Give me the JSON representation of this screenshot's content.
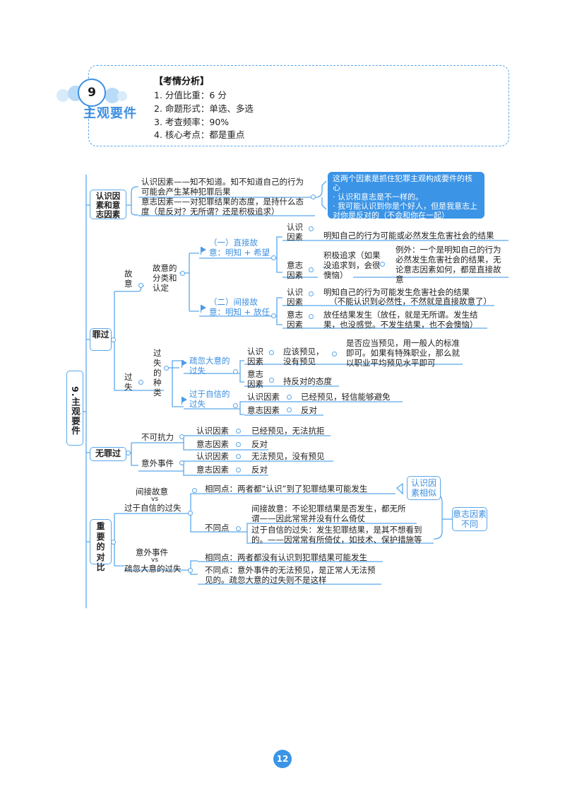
{
  "header": {
    "badge_number": "9",
    "badge_title": "主观要件",
    "analysis_title": "【考情分析】",
    "analysis_items": [
      "1. 分值比重：6 分",
      "2. 命题形式：单选、多选",
      "3. 考查频率：90%",
      "4. 核心考点：都是重点"
    ]
  },
  "root": "9.主观要件",
  "sec1": {
    "label": "认识因素和意志因素",
    "cognition": "认识因素——知不知道。知不知道自己的行为可能会产生某种犯罪后果",
    "volition": "意志因素——对犯罪结果的态度，是持什么态度（是反对？无所谓？还是积极追求）",
    "note_line1": "这两个因素是抓住犯罪主观构成要件的核心",
    "note_line2": "· 认识和意志是不一样的。",
    "note_line3": "· 我可能认识到你是个好人，但是我意志上对你是反对的（不会和你在一起）"
  },
  "sec2": {
    "label": "罪过",
    "intent": "故意",
    "intent_kinds": "故意的分类和认定",
    "direct": "（一）直接故意：明知 + 希望",
    "direct_cog_label": "认识因素",
    "direct_cog": "明知自己的行为可能或必然发生危害社会的结果",
    "direct_vol_label": "意志因素",
    "direct_vol": "积极追求（如果没追求到，会很懊恼）",
    "direct_exception": "例外：一个是明知自己的行为必然发生危害社会的结果，无论意志因素如何，都是直接故意",
    "indirect": "（二）间接故意：明知 + 放任",
    "indirect_cog_label": "认识因素",
    "indirect_cog_1": "明知自己的行为可能发生危害社会的结果",
    "indirect_cog_2": "（不能认识到必然性，不然就是直接故意了）",
    "indirect_vol_label": "意志因素",
    "indirect_vol": "放任结果发生（放任，就是无所谓。发生结果，也没感觉。不发生结果，也不会懊恼）",
    "negligence": "过失",
    "neg_kinds": "过失的种类",
    "careless": "疏忽大意的过失",
    "careless_cog_label": "认识因素",
    "careless_cog": "应该预见，没有预见",
    "careless_std": "是否应当预见，用一般人的标准即可。如果有特殊职业，那么就以职业平均预见水平即可",
    "careless_vol_label": "意志因素",
    "careless_vol": "持反对的态度",
    "overconf": "过于自信的过失",
    "overconf_cog_label": "认识因素",
    "overconf_cog": "已经预见，轻信能够避免",
    "overconf_vol_label": "意志因素",
    "overconf_vol": "反对"
  },
  "sec3": {
    "label": "无罪过",
    "force": "不可抗力",
    "force_cog_label": "认识因素",
    "force_cog": "已经预见，无法抗拒",
    "force_vol_label": "意志因素",
    "force_vol": "反对",
    "accident": "意外事件",
    "acc_cog_label": "认识因素",
    "acc_cog": "无法预见，没有预见",
    "acc_vol_label": "意志因素",
    "acc_vol": "反对"
  },
  "sec4": {
    "label": "重要的对比",
    "cmp1_a": "间接故意",
    "cmp1_vs": "vs",
    "cmp1_b": "过于自信的过失",
    "cmp1_same": "相同点：两者都“认识”到了犯罪结果可能发生",
    "cmp1_diff_label": "不同点",
    "cmp1_diff_a": "间接故意：不论犯罪结果是否发生，都无所谓——因此常常并没有什么倚仗",
    "cmp1_diff_b": "过于自信的过失：发生犯罪结果，是其不想看到的。——因常常有所倚仗，如技术、保护措施等",
    "tag_similar": "认识因素相似",
    "tag_diff": "意志因素不同",
    "cmp2_a": "意外事件",
    "cmp2_vs": "vs",
    "cmp2_b": "疏忽大意的过失",
    "cmp2_same": "相同点：两者都没有认识到犯罪结果可能发生",
    "cmp2_diff": "不同点：意外事件的无法预见，是正常人无法预见的。疏忽大意的过失则不是这样"
  },
  "page_number": "12",
  "colors": {
    "accent": "#3d8fe0",
    "line": "#5aa7ea",
    "note_bg": "#3b94e6"
  }
}
